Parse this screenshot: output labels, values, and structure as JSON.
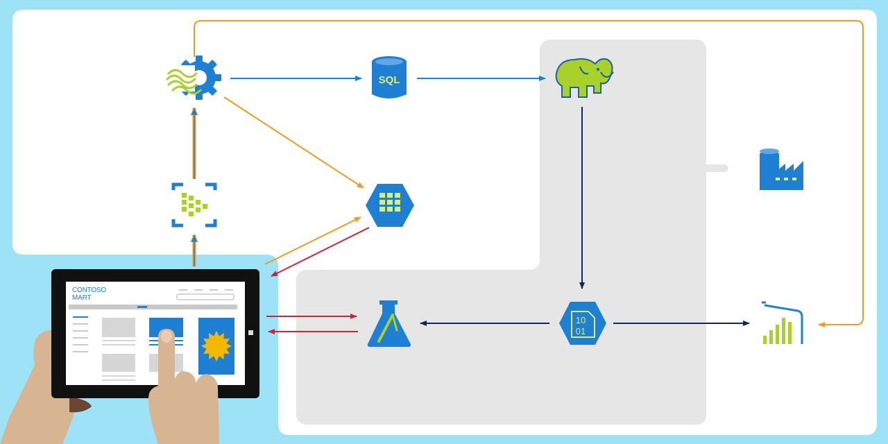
{
  "brand": {
    "line1": "CONTOSO",
    "line2": "MART"
  },
  "icons": {
    "stream_analytics": "stream-analytics-gear-icon",
    "sql": "sql-database-icon",
    "hadoop": "hdinsight-hadoop-icon",
    "factory": "data-factory-icon",
    "event_hub": "event-hub-icon",
    "table_storage": "table-storage-icon",
    "machine_learning": "machine-learning-flask-icon",
    "blob_storage": "blob-storage-binary-icon",
    "power_bi": "power-bi-icon",
    "tablet": "tablet-app-icon"
  },
  "sql_label": "SQL",
  "blob_label_line1": "10",
  "blob_label_line2": "01",
  "colors": {
    "background": "#9de2f7",
    "panel": "#ffffff",
    "zone": "#e6e6e6",
    "azure_blue": "#1e7fd3",
    "lime": "#a8d12a",
    "orange_flow": "#f29a21",
    "red_flow": "#d3213a",
    "navy_flow": "#13265b",
    "blue_flow": "#1e7fd3"
  }
}
